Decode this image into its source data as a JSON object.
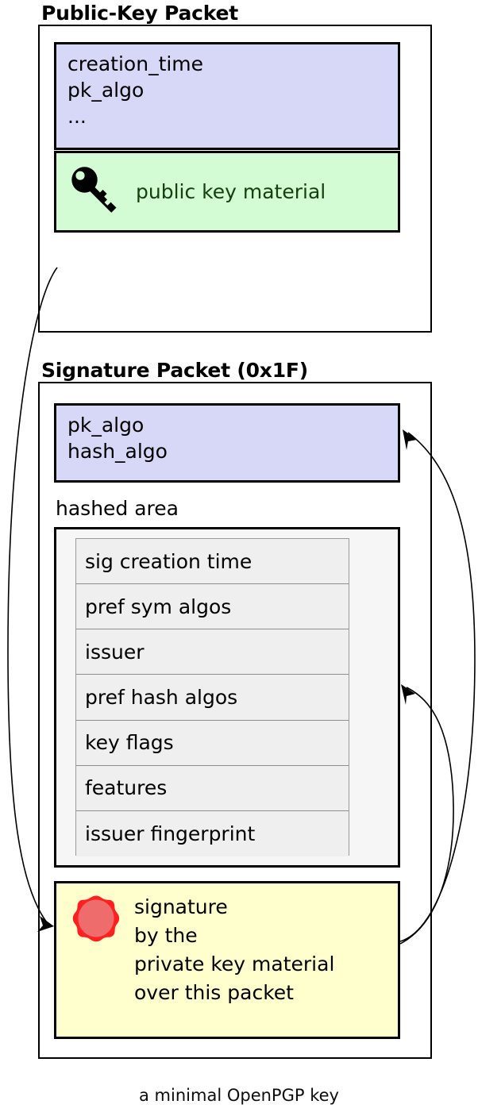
{
  "caption": "a minimal OpenPGP key",
  "packets": [
    {
      "id": "public-key-packet",
      "title": "Public-Key Packet",
      "meta_lines": [
        "creation_time",
        "pk_algo",
        "..."
      ],
      "material_icon": "key-icon",
      "material_label": "public key material"
    },
    {
      "id": "signature-packet",
      "title": "Signature Packet (0x1F)",
      "algo_lines": [
        "pk_algo",
        "hash_algo"
      ],
      "hashed_area_label": "hashed area",
      "subpackets": [
        "sig creation time",
        "pref sym algos",
        "issuer",
        "pref hash algos",
        "key flags",
        "features",
        "issuer fingerprint"
      ],
      "signature_icon": "wax-seal-icon",
      "signature_lines": [
        "signature",
        "by the",
        "private key material",
        "over this packet"
      ]
    }
  ],
  "colors": {
    "meta_box": "#d7d7f7",
    "material_box": "#d4fcd4",
    "signature_box": "#feffcc",
    "hashed_area_box": "#f6f6f6",
    "subpacket_row": "#efefef",
    "seal_outer": "#ff2020",
    "seal_inner": "#ee6c6c",
    "material_text": "#12400f",
    "stroke": "#000000"
  },
  "arrows": [
    {
      "name": "public-key-to-signature-arrow",
      "from": "public-key-packet",
      "to": "signature-value-box-left"
    },
    {
      "name": "signature-to-algo-arrow",
      "from": "signature-value-box-right",
      "to": "signature-algo-box"
    },
    {
      "name": "signature-to-hashed-area-arrow",
      "from": "signature-value-box-right",
      "to": "hashed-area-box"
    }
  ]
}
